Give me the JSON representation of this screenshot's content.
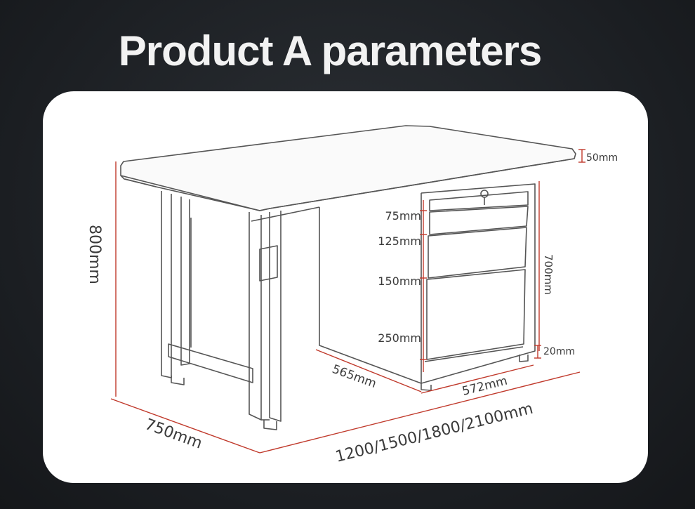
{
  "title": "Product A parameters",
  "dimensions": {
    "top_thickness": "50mm",
    "height": "800mm",
    "drawer_1": "75mm",
    "drawer_2": "125mm",
    "drawer_3": "150mm",
    "drawer_4": "250mm",
    "cabinet_height": "700mm",
    "base_gap": "20mm",
    "depth": "750mm",
    "cabinet_depth": "565mm",
    "cabinet_width": "572mm",
    "length_options": "1200/1500/1800/2100mm"
  },
  "colors": {
    "dimension_line": "#c0392b",
    "drawing_line": "#555555",
    "background": "#1e2125",
    "card": "#ffffff"
  }
}
